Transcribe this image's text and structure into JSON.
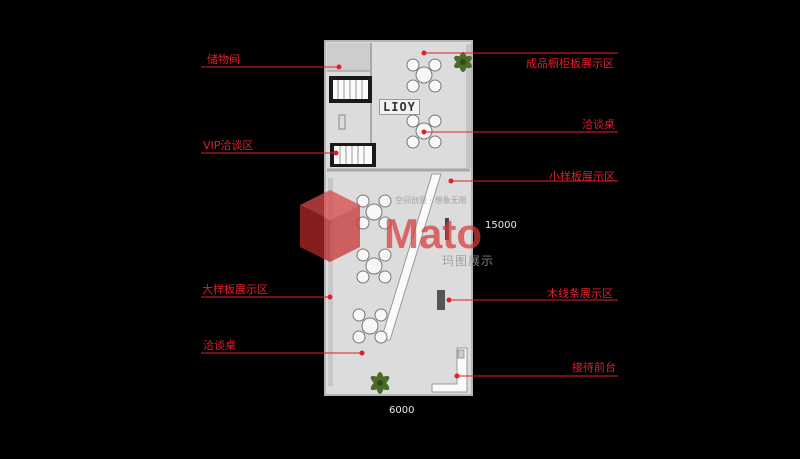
{
  "labels": {
    "storage": "储物间",
    "vip": "VIP洽谈区",
    "large_sample": "大样板展示区",
    "meeting_left": "洽谈桌",
    "cabinet_display": "成品橱柜板展示区",
    "meeting_right": "洽谈桌",
    "small_sample": "小样板展示区",
    "wood_strip": "木线条展示区",
    "reception": "接待前台"
  },
  "dimensions": {
    "length": "15000",
    "width": "6000"
  },
  "plate_text": "LIOY",
  "watermark": {
    "brand": "Mato",
    "chinese": "玛图展示",
    "tagline": "空间创意 · 想象无限"
  },
  "colors": {
    "label": "#e0202a",
    "floor": "#dcdcdc",
    "wall": "#b5b5b5",
    "background": "#000000"
  }
}
